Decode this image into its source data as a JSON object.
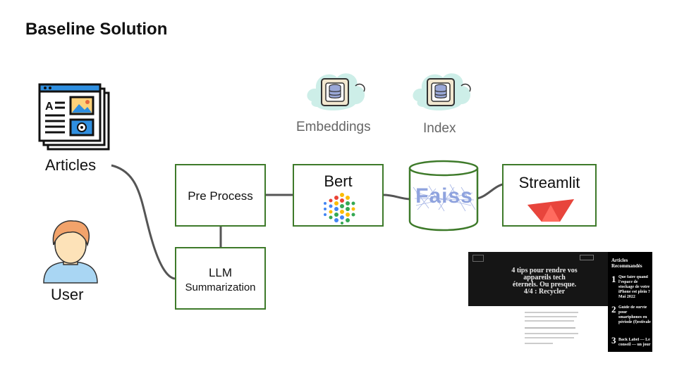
{
  "title": "Baseline Solution",
  "nodes": {
    "articles": "Articles",
    "user": "User",
    "embeddings": "Embeddings",
    "index": "Index",
    "preprocess": "Pre Process",
    "llm_line1": "LLM",
    "llm_line2": "Summarization",
    "bert": "Bert",
    "streamlit": "Streamlit",
    "faiss_logo": "Faiss"
  },
  "screenshot": {
    "headline": "4 tips pour rendre vos appareils tech éternels. Ou presque. 4/4 : Recycler",
    "sidebar_title": "Articles Recommandés",
    "items": [
      {
        "num": "1",
        "text": "Que faire quand l'espace de stockage de votre iPhone est plein ? Mai 2022"
      },
      {
        "num": "2",
        "text": "Guide de survie pour smartphones en période (f)estivale"
      },
      {
        "num": "3",
        "text": "Back Label — Le conseil — un jour"
      }
    ]
  },
  "colors": {
    "box_border": "#3e7a2a",
    "connector": "#555555",
    "cloud": "#cdeee8",
    "streamlit_red": "#e8453c"
  }
}
